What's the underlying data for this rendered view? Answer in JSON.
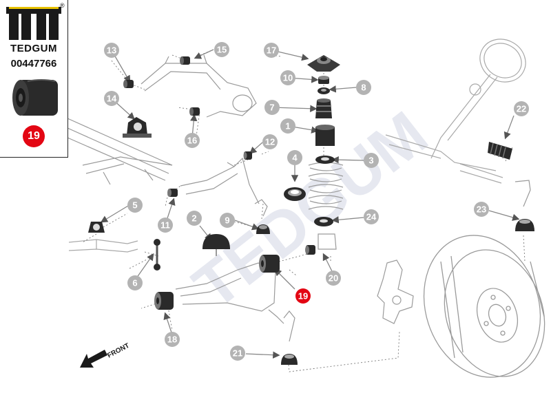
{
  "brand": {
    "name": "TEDGUM",
    "registered_mark": "®",
    "part_number": "00447766",
    "highlight_number": "19",
    "highlight_color": "#e30613"
  },
  "watermark": "TEDGUM",
  "front_label": "FRONT",
  "colors": {
    "callout_fill": "#b3b3b3",
    "callout_text": "#ffffff",
    "highlight": "#e30613",
    "line": "#888888",
    "part_dark": "#2a2a2a",
    "watermark": "#e6e8f0"
  },
  "callouts": [
    {
      "id": "13",
      "label": "13"
    },
    {
      "id": "15",
      "label": "15"
    },
    {
      "id": "14",
      "label": "14"
    },
    {
      "id": "16",
      "label": "16"
    },
    {
      "id": "17",
      "label": "17"
    },
    {
      "id": "10",
      "label": "10"
    },
    {
      "id": "8",
      "label": "8"
    },
    {
      "id": "7",
      "label": "7"
    },
    {
      "id": "1",
      "label": "1"
    },
    {
      "id": "12",
      "label": "12"
    },
    {
      "id": "4",
      "label": "4"
    },
    {
      "id": "3",
      "label": "3"
    },
    {
      "id": "5",
      "label": "5"
    },
    {
      "id": "11",
      "label": "11"
    },
    {
      "id": "2",
      "label": "2"
    },
    {
      "id": "9",
      "label": "9"
    },
    {
      "id": "24",
      "label": "24"
    },
    {
      "id": "6",
      "label": "6"
    },
    {
      "id": "20",
      "label": "20"
    },
    {
      "id": "19",
      "label": "19"
    },
    {
      "id": "18",
      "label": "18"
    },
    {
      "id": "21",
      "label": "21"
    },
    {
      "id": "22",
      "label": "22"
    },
    {
      "id": "23",
      "label": "23"
    }
  ]
}
